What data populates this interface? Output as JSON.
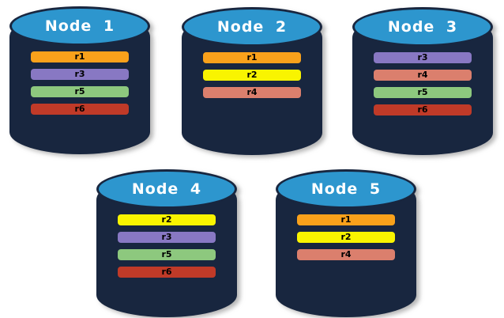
{
  "nodes": [
    {
      "name": "Node 1",
      "replicas": [
        "r1",
        "r3",
        "r5",
        "r6"
      ]
    },
    {
      "name": "Node 2",
      "replicas": [
        "r1",
        "r2",
        "r4"
      ]
    },
    {
      "name": "Node 3",
      "replicas": [
        "r3",
        "r4",
        "r5",
        "r6"
      ]
    },
    {
      "name": "Node 4",
      "replicas": [
        "r2",
        "r3",
        "r5",
        "r6"
      ]
    },
    {
      "name": "Node 5",
      "replicas": [
        "r1",
        "r2",
        "r4"
      ]
    }
  ],
  "replica_colors": {
    "r1": "#F9A11B",
    "r2": "#F9F400",
    "r3": "#8878C3",
    "r4": "#DB7F6D",
    "r5": "#8DC87E",
    "r6": "#C03A28"
  },
  "node_colors": {
    "body": "#18263F",
    "top": "#2D96CE",
    "title_text": "#FFFFFF",
    "replica_text": "#000000"
  }
}
